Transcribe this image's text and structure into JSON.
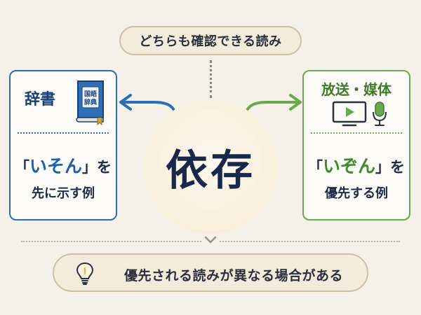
{
  "top_pill": {
    "text": "どちらも確認できる読み"
  },
  "center": {
    "word": "依存"
  },
  "left_card": {
    "title": "辞書",
    "book_label": "国語\n辞典",
    "reading": "「いそん」を",
    "caption": "先に示す例",
    "accent_color": "#2a6fb6"
  },
  "right_card": {
    "title": "放送・媒体",
    "reading": "「いぞん」を",
    "caption": "優先する例",
    "accent_color": "#6aa84f"
  },
  "bottom_pill": {
    "text": "優先される読みが異なる場合がある"
  },
  "icons": [
    "book-icon",
    "tv-icon",
    "microphone-icon",
    "lightbulb-icon",
    "arrow-left-icon",
    "arrow-right-icon",
    "chevron-down-icon"
  ]
}
